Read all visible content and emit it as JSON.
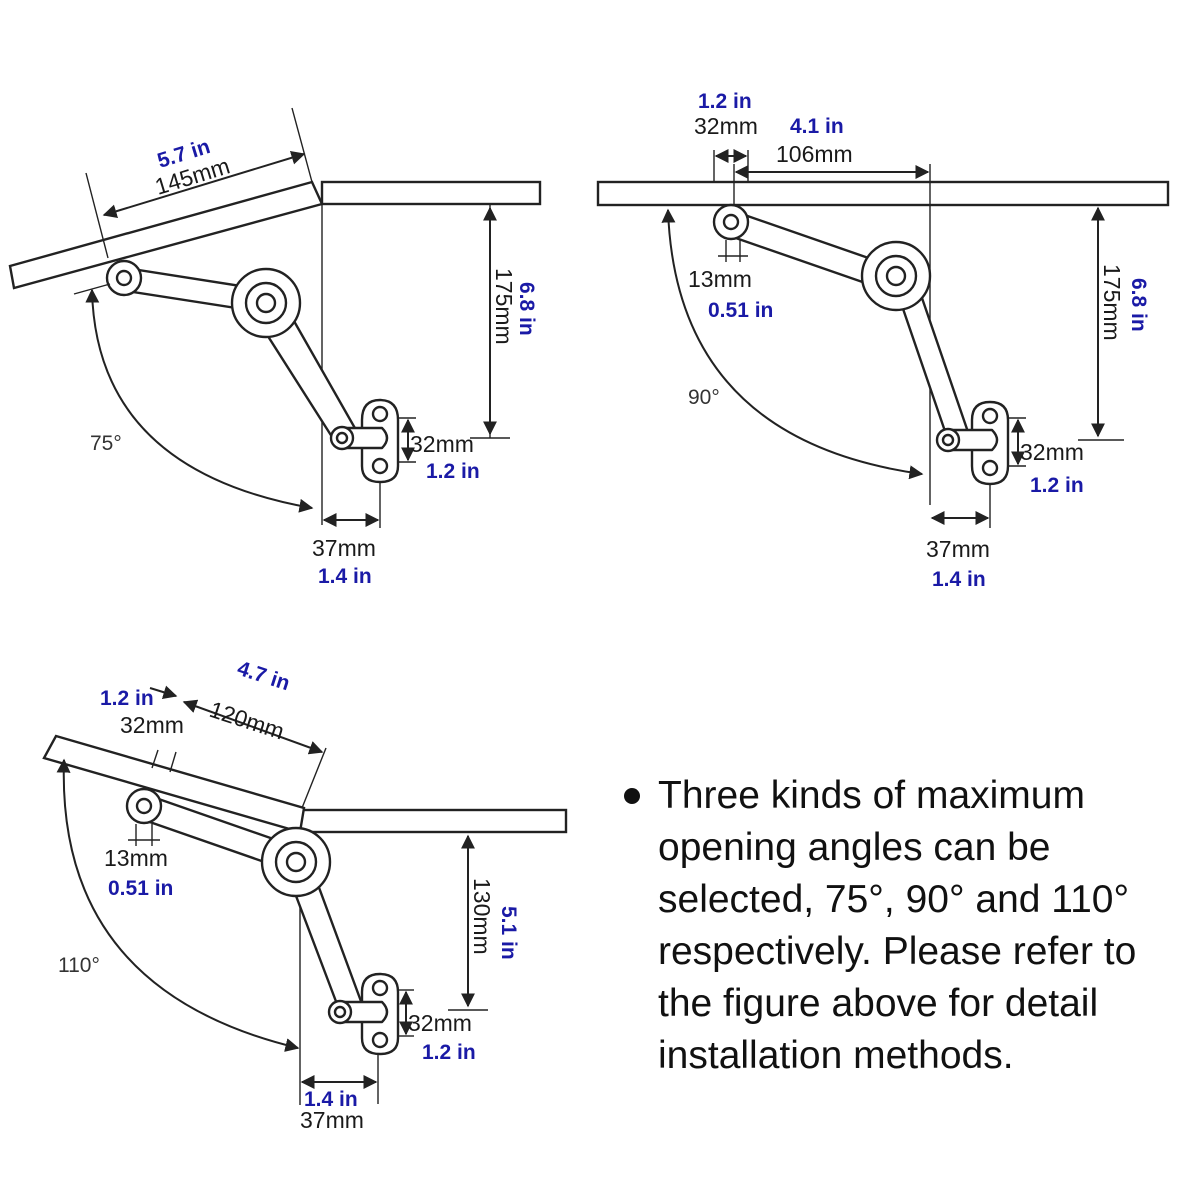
{
  "diagram_75": {
    "angle": "75°",
    "length_in": "5.7 in",
    "length_mm": "145mm",
    "height_mm": "175mm",
    "height_in": "6.8 in",
    "bracket_mm": "32mm",
    "bracket_in": "1.2 in",
    "offset_mm": "37mm",
    "offset_in": "1.4 in"
  },
  "diagram_90": {
    "angle": "90°",
    "top_in": "1.2 in",
    "top_mm": "32mm",
    "length_in": "4.1 in",
    "length_mm": "106mm",
    "pivot_mm": "13mm",
    "pivot_in": "0.51 in",
    "height_mm": "175mm",
    "height_in": "6.8 in",
    "bracket_mm": "32mm",
    "bracket_in": "1.2 in",
    "offset_mm": "37mm",
    "offset_in": "1.4 in"
  },
  "diagram_110": {
    "angle": "110°",
    "top_in": "1.2 in",
    "top_mm": "32mm",
    "length_in": "4.7 in",
    "length_mm": "120mm",
    "pivot_mm": "13mm",
    "pivot_in": "0.51 in",
    "height_mm": "130mm",
    "height_in": "5.1 in",
    "bracket_mm": "32mm",
    "bracket_in": "1.2 in",
    "offset_in": "1.4 in",
    "offset_mm": "37mm"
  },
  "note": {
    "text": "Three kinds of maximum opening angles can be selected, 75°, 90° and 110° respectively. Please refer to the figure above for detail installation methods."
  }
}
